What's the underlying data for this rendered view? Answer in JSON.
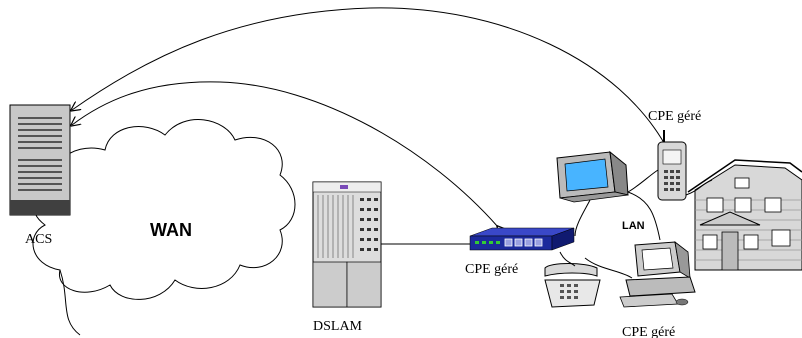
{
  "labels": {
    "acs": "ACS",
    "wan": "WAN",
    "dslam": "DSLAM",
    "lan": "LAN",
    "cpe_router": "CPE géré",
    "cpe_phone": "CPE géré",
    "cpe_pc": "CPE géré"
  },
  "icons": {
    "server": "acs-server-icon",
    "dslam": "dslam-rack-icon",
    "router": "cpe-router-icon",
    "tv": "tv-monitor-icon",
    "mobile": "mobile-phone-icon",
    "desk_phone": "desk-phone-icon",
    "pc": "desktop-pc-icon",
    "house": "house-icon"
  },
  "colors": {
    "server_body": "#c8c8c8",
    "server_dark": "#404040",
    "router_blue": "#1c2a9c",
    "router_led": "#33cc33",
    "screen_blue": "#48b4ff",
    "line": "#000000"
  }
}
